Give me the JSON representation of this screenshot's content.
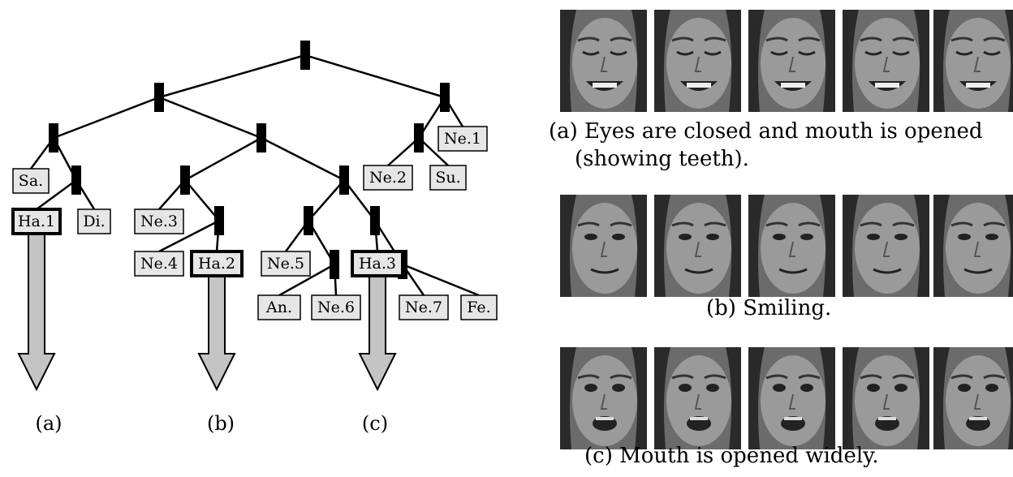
{
  "tree": {
    "nodes": [
      {
        "id": "sa",
        "label": "Sa."
      },
      {
        "id": "ha1",
        "label": "Ha.1",
        "highlight": true
      },
      {
        "id": "di",
        "label": "Di."
      },
      {
        "id": "ne3",
        "label": "Ne.3"
      },
      {
        "id": "ne4",
        "label": "Ne.4"
      },
      {
        "id": "ha2",
        "label": "Ha.2",
        "highlight": true
      },
      {
        "id": "ne5",
        "label": "Ne.5"
      },
      {
        "id": "ha3",
        "label": "Ha.3",
        "highlight": true
      },
      {
        "id": "an",
        "label": "An."
      },
      {
        "id": "ne6",
        "label": "Ne.6"
      },
      {
        "id": "ne7",
        "label": "Ne.7"
      },
      {
        "id": "fe",
        "label": "Fe."
      },
      {
        "id": "ne1",
        "label": "Ne.1"
      },
      {
        "id": "ne2",
        "label": "Ne.2"
      },
      {
        "id": "su",
        "label": "Su."
      }
    ],
    "branch_labels": [
      "(a)",
      "(b)",
      "(c)"
    ]
  },
  "photo_rows": [
    {
      "caption_line1": "(a) Eyes are closed and mouth is opened",
      "caption_line2": "(showing teeth).",
      "expression": "closed-eyes-teeth"
    },
    {
      "caption_line1": "(b) Smiling.",
      "caption_line2": "",
      "expression": "smile"
    },
    {
      "caption_line1": "(c)  Mouth is opened widely.",
      "caption_line2": "",
      "expression": "open-mouth"
    }
  ],
  "colors": {
    "node_fill": "#e6e6e6",
    "arrow_fill": "#c4c4c4",
    "photo_bg": "#6b6b6b",
    "face": "#9a9a9a"
  }
}
